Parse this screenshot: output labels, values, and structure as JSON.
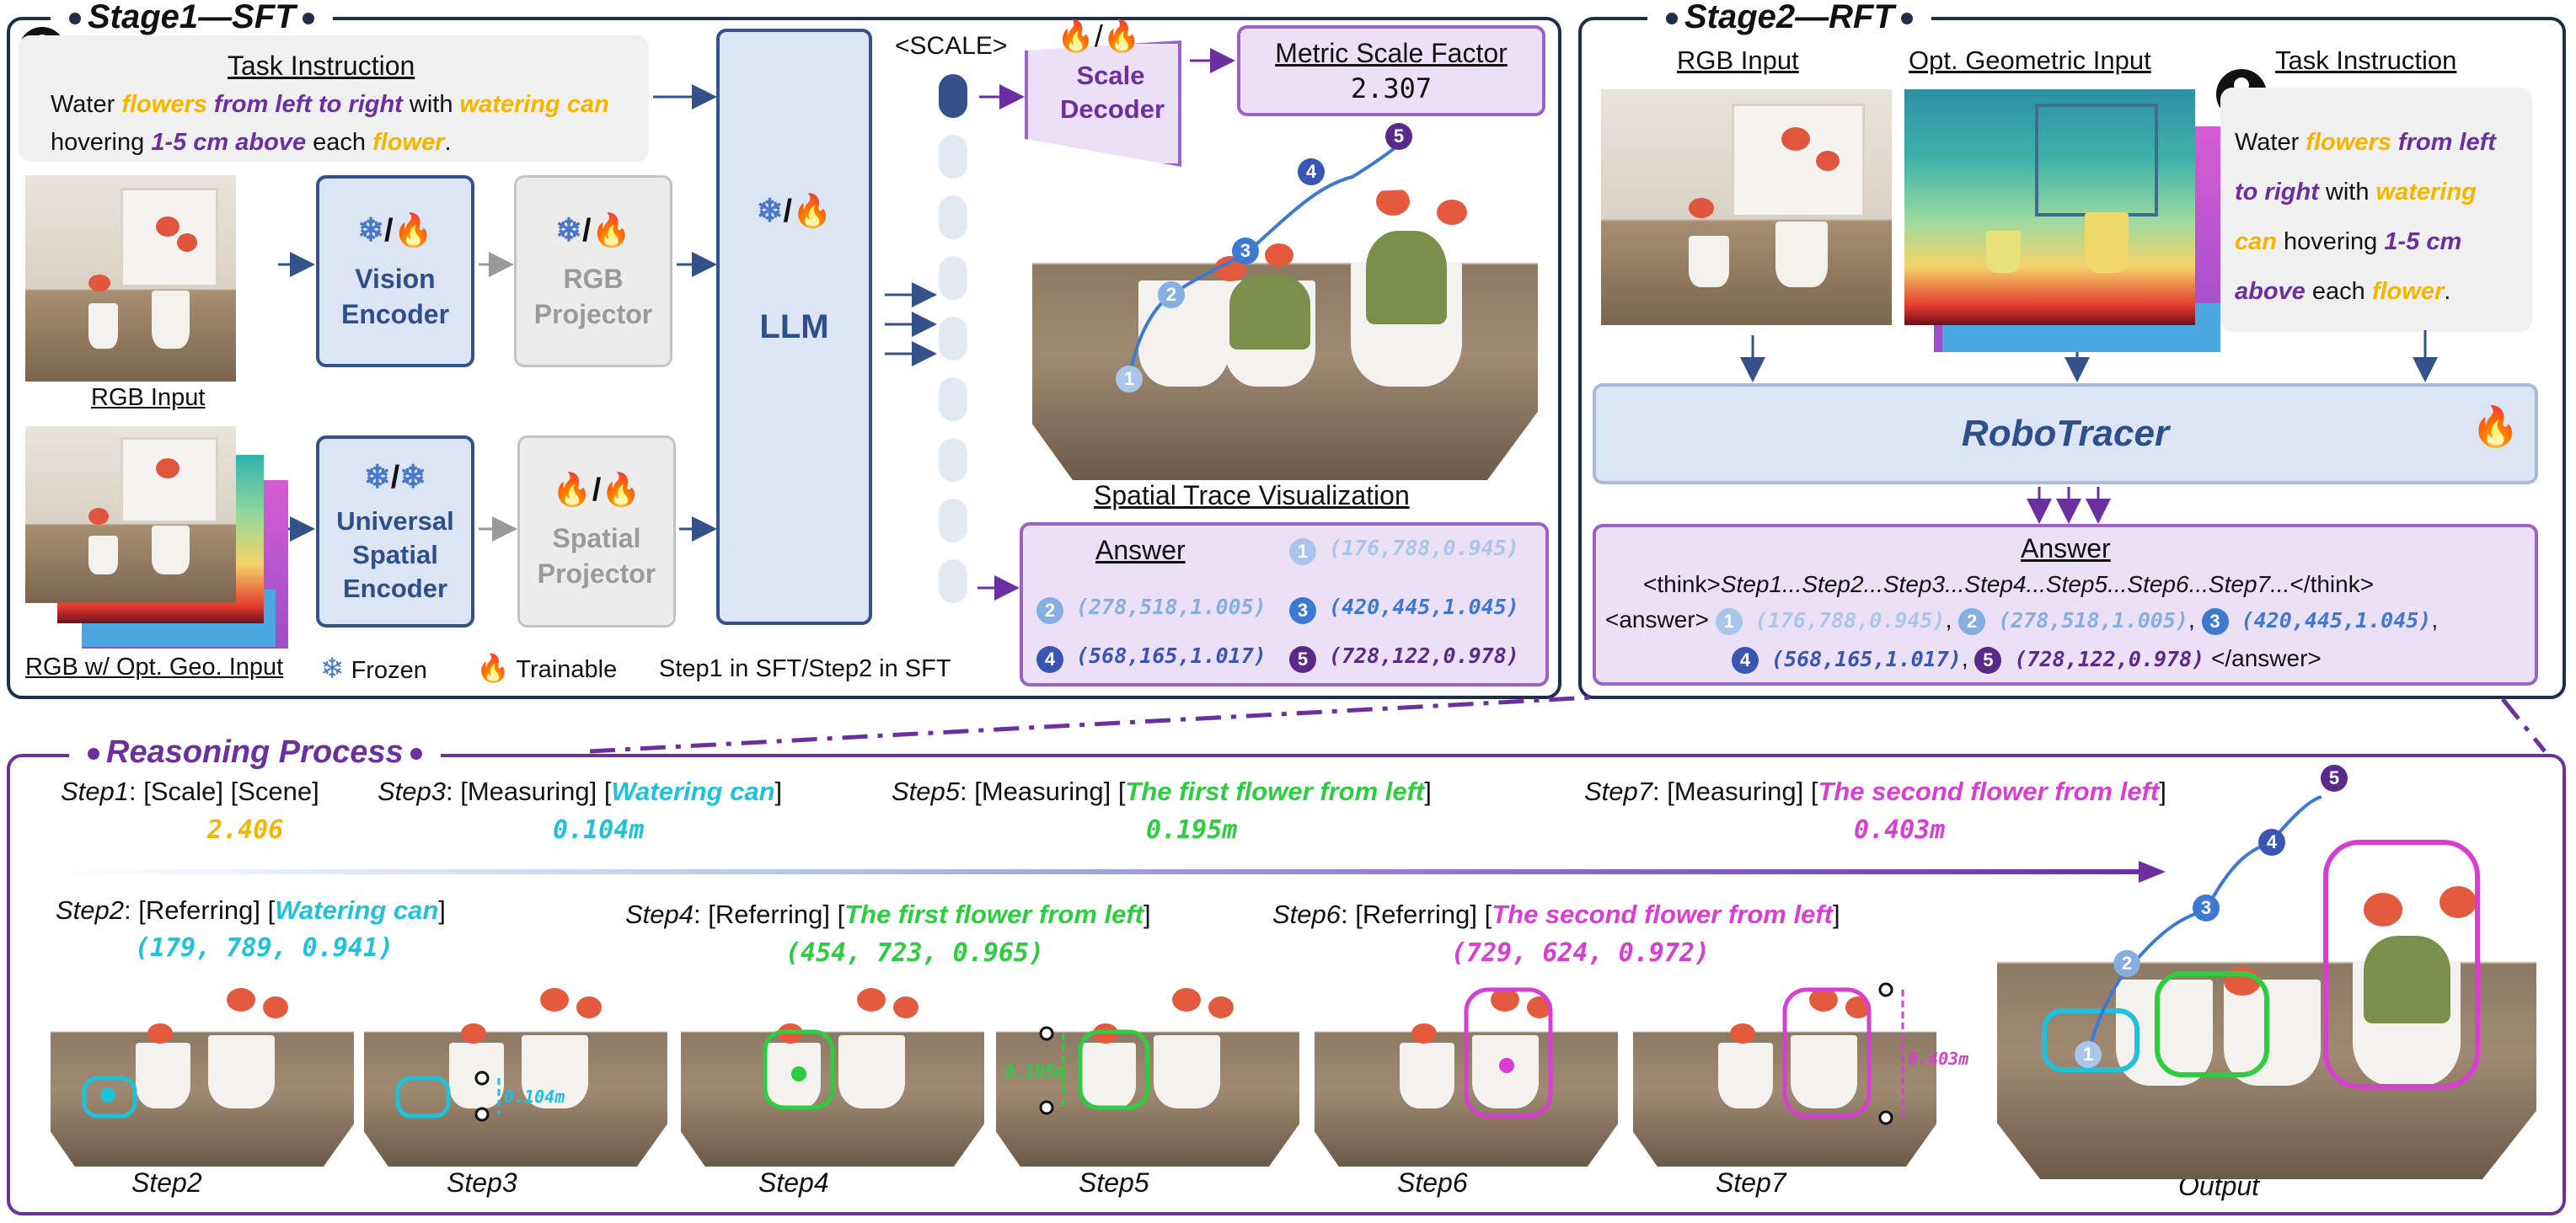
{
  "stage1": {
    "title": "Stage1—SFT",
    "task_instruction_label": "Task Instruction",
    "instruction_parts": [
      {
        "t": "Water ",
        "c": "#111111"
      },
      {
        "t": "flowers ",
        "c": "#f4b400",
        "i": true
      },
      {
        "t": "from left to right",
        "c": "#6b2fa0",
        "i": true
      },
      {
        "t": " with ",
        "c": "#111111"
      },
      {
        "t": "watering can",
        "c": "#f4b400",
        "i": true
      },
      {
        "t": " hovering ",
        "c": "#111111"
      },
      {
        "t": "1-5 cm above",
        "c": "#6b2fa0",
        "i": true
      },
      {
        "t": " each ",
        "c": "#111111"
      },
      {
        "t": "flower",
        "c": "#f4b400",
        "i": true
      },
      {
        "t": ".",
        "c": "#111111"
      }
    ],
    "rgb_input_label": "RGB Input",
    "rgb_geo_label": "RGB w/ Opt. Geo. Input",
    "vision_encoder": "Vision Encoder",
    "rgb_projector": "RGB Projector",
    "universal_spatial_encoder": "Universal Spatial Encoder",
    "spatial_projector": "Spatial Projector",
    "llm": "LLM",
    "scale_token": "<SCALE>",
    "scale_decoder": "Scale Decoder",
    "metric_scale_label": "Metric Scale Factor",
    "metric_scale_value": "2.307",
    "viz_label": "Spatial Trace Visualization",
    "answer_label": "Answer",
    "answer_points": [
      {
        "n": "1",
        "v": "(176,788,0.945)",
        "c": "#a9c6e8"
      },
      {
        "n": "2",
        "v": "(278,518,1.005)",
        "c": "#86aee0"
      },
      {
        "n": "3",
        "v": "(420,445,1.045)",
        "c": "#3e79d1"
      },
      {
        "n": "4",
        "v": "(568,165,1.017)",
        "c": "#3a56b3"
      },
      {
        "n": "5",
        "v": "(728,122,0.978)",
        "c": "#5a2a8a"
      }
    ],
    "legend_frozen": "Frozen",
    "legend_trainable": "Trainable",
    "legend_steps": "Step1 in SFT/Step2 in SFT"
  },
  "stage2": {
    "title": "Stage2—RFT",
    "rgb_input_label": "RGB Input",
    "geo_input_label": "Opt. Geometric Input",
    "task_instruction_label": "Task Instruction",
    "instruction_lines": [
      [
        {
          "t": "Water ",
          "c": "#111111"
        },
        {
          "t": "flowers",
          "c": "#f4b400",
          "i": true
        },
        {
          "t": " from left",
          "c": "#6b2fa0",
          "i": true
        }
      ],
      [
        {
          "t": "to right",
          "c": "#6b2fa0",
          "i": true
        },
        {
          "t": " with ",
          "c": "#111111"
        },
        {
          "t": "watering",
          "c": "#f4b400",
          "i": true
        }
      ],
      [
        {
          "t": "can",
          "c": "#f4b400",
          "i": true
        },
        {
          "t": " hovering ",
          "c": "#111111"
        },
        {
          "t": "1-5 cm",
          "c": "#6b2fa0",
          "i": true
        }
      ],
      [
        {
          "t": "above",
          "c": "#6b2fa0",
          "i": true
        },
        {
          "t": " each ",
          "c": "#111111"
        },
        {
          "t": "flower",
          "c": "#f4b400",
          "i": true
        },
        {
          "t": ".",
          "c": "#111111"
        }
      ]
    ],
    "model_name": "RoboTracer",
    "answer_label": "Answer",
    "think_line_parts": [
      {
        "t": "<think>",
        "i": false
      },
      {
        "t": "Step1...Step2...Step3...Step4...Step5...Step6...Step7...",
        "i": true
      },
      {
        "t": "</think>",
        "i": false
      }
    ],
    "answer_open": "<answer>",
    "answer_close": "</answer>"
  },
  "reasoning": {
    "title": "Reasoning Process",
    "steps": [
      {
        "k": "s1",
        "label": "Step1",
        "rest": ": [Scale] [Scene]",
        "value": "2.406",
        "vc": "#f4b400"
      },
      {
        "k": "s3",
        "label": "Step3",
        "rest": ": [Measuring] [",
        "obj": "Watering can",
        "oc": "#1fc2d8",
        "tail": "]",
        "value": "0.104m",
        "vc": "#1fc2d8"
      },
      {
        "k": "s5",
        "label": "Step5",
        "rest": ": [Measuring] [",
        "obj": "The first flower from left",
        "oc": "#2ecc40",
        "tail": "]",
        "value": "0.195m",
        "vc": "#2ecc40"
      },
      {
        "k": "s7",
        "label": "Step7",
        "rest": ": [Measuring] [",
        "obj": "The second flower from left",
        "oc": "#d63fd0",
        "tail": "]",
        "value": "0.403m",
        "vc": "#d63fd0"
      },
      {
        "k": "s2",
        "label": "Step2",
        "rest": ": [Referring] [",
        "obj": "Watering can",
        "oc": "#1fc2d8",
        "tail": "]",
        "value": "(179, 789, 0.941)",
        "vc": "#1fc2d8"
      },
      {
        "k": "s4",
        "label": "Step4",
        "rest": ": [Referring] [",
        "obj": "The first flower from left",
        "oc": "#2ecc40",
        "tail": "]",
        "value": "(454, 723, 0.965)",
        "vc": "#2ecc40"
      },
      {
        "k": "s6",
        "label": "Step6",
        "rest": ": [Referring] [",
        "obj": "The second flower from left",
        "oc": "#d63fd0",
        "tail": "]",
        "value": "(729, 624, 0.972)",
        "vc": "#d63fd0"
      }
    ],
    "thumb_labels": [
      "Step2",
      "Step3",
      "Step4",
      "Step5",
      "Step6",
      "Step7",
      "Output"
    ],
    "thumb_annotations": {
      "step3": "0.104m",
      "step5": "0.195m",
      "step7": "0.403m"
    },
    "trace_numbers": [
      "1",
      "2",
      "3",
      "4",
      "5"
    ]
  },
  "colors": {
    "navy": "#1f2f4a",
    "purple": "#6b2fa0",
    "lavender": "#ece0f6",
    "blue_box": "#dbe5f3"
  },
  "icons": [
    "user-icon",
    "snowflake-icon",
    "flame-icon",
    "arrow-icon"
  ]
}
